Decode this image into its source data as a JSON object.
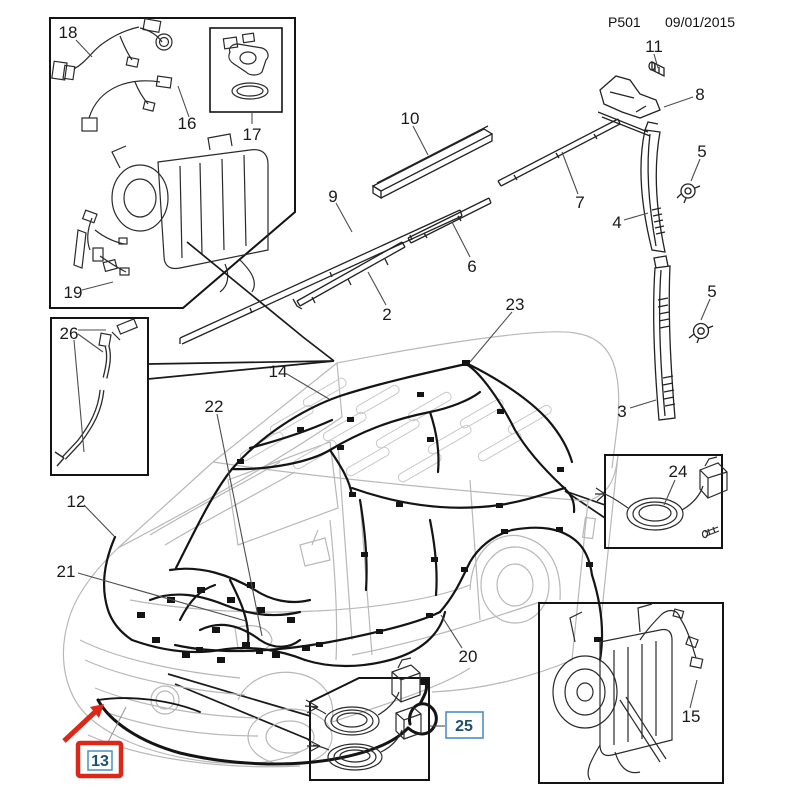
{
  "header": {
    "code": "P501",
    "date": "09/01/2015"
  },
  "callouts": {
    "c2": "2",
    "c3": "3",
    "c4": "4",
    "c5a": "5",
    "c5b": "5",
    "c6": "6",
    "c7": "7",
    "c8": "8",
    "c9": "9",
    "c10": "10",
    "c11": "11",
    "c12": "12",
    "c14": "14",
    "c15": "15",
    "c16": "16",
    "c17": "17",
    "c18": "18",
    "c19": "19",
    "c20": "20",
    "c21": "21",
    "c22": "22",
    "c23": "23",
    "c24": "24",
    "c26": "26"
  },
  "highlighted_callouts": {
    "c13": "13",
    "c25": "25"
  },
  "colors": {
    "highlight_red": "#df2718",
    "callout_box_blue": "#4a90c2",
    "highlight_text_blue": "#1d4e74",
    "diagram_line": "#161616",
    "vehicle_line": "#b8b8b8"
  }
}
